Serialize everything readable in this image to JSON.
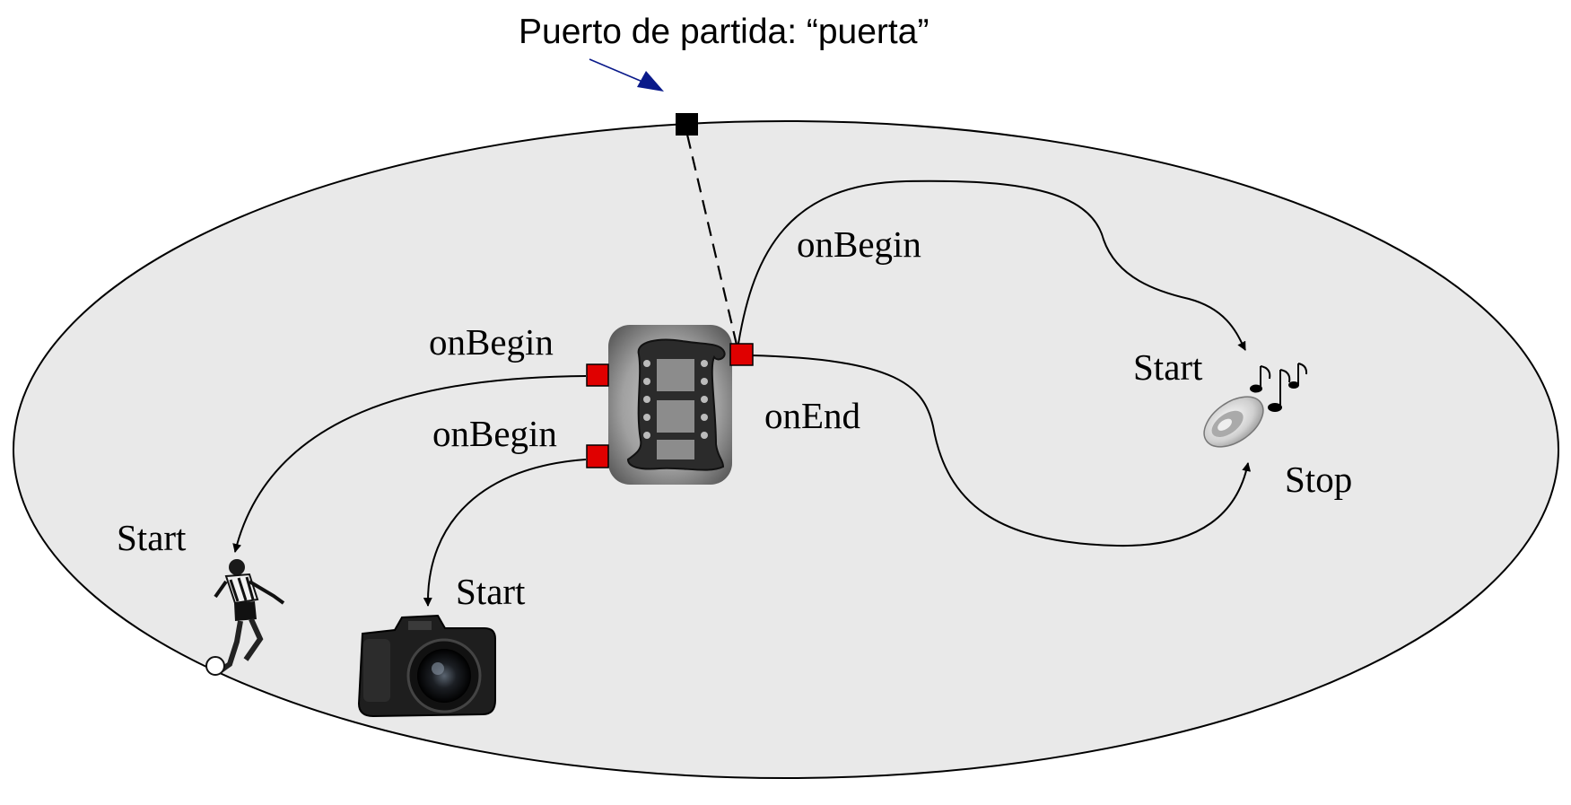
{
  "diagram": {
    "caption": "Puerto de partida: “puerta”",
    "labels": {
      "on_begin_top": "onBegin",
      "on_end": "onEnd",
      "on_begin_left_1": "onBegin",
      "on_begin_left_2": "onBegin",
      "start_sound": "Start",
      "stop_sound": "Stop",
      "start_player": "Start",
      "start_camera": "Start"
    },
    "colors": {
      "ellipse_fill": "#e9e9e9",
      "port": "#e00000",
      "entry_port": "#000000",
      "pointer": "#0a1a8a"
    },
    "nodes": [
      {
        "id": "video",
        "icon": "film-strip-icon"
      },
      {
        "id": "sound",
        "icon": "speaker-with-notes-icon"
      },
      {
        "id": "player",
        "icon": "soccer-player-icon"
      },
      {
        "id": "camera",
        "icon": "camera-icon"
      }
    ]
  }
}
